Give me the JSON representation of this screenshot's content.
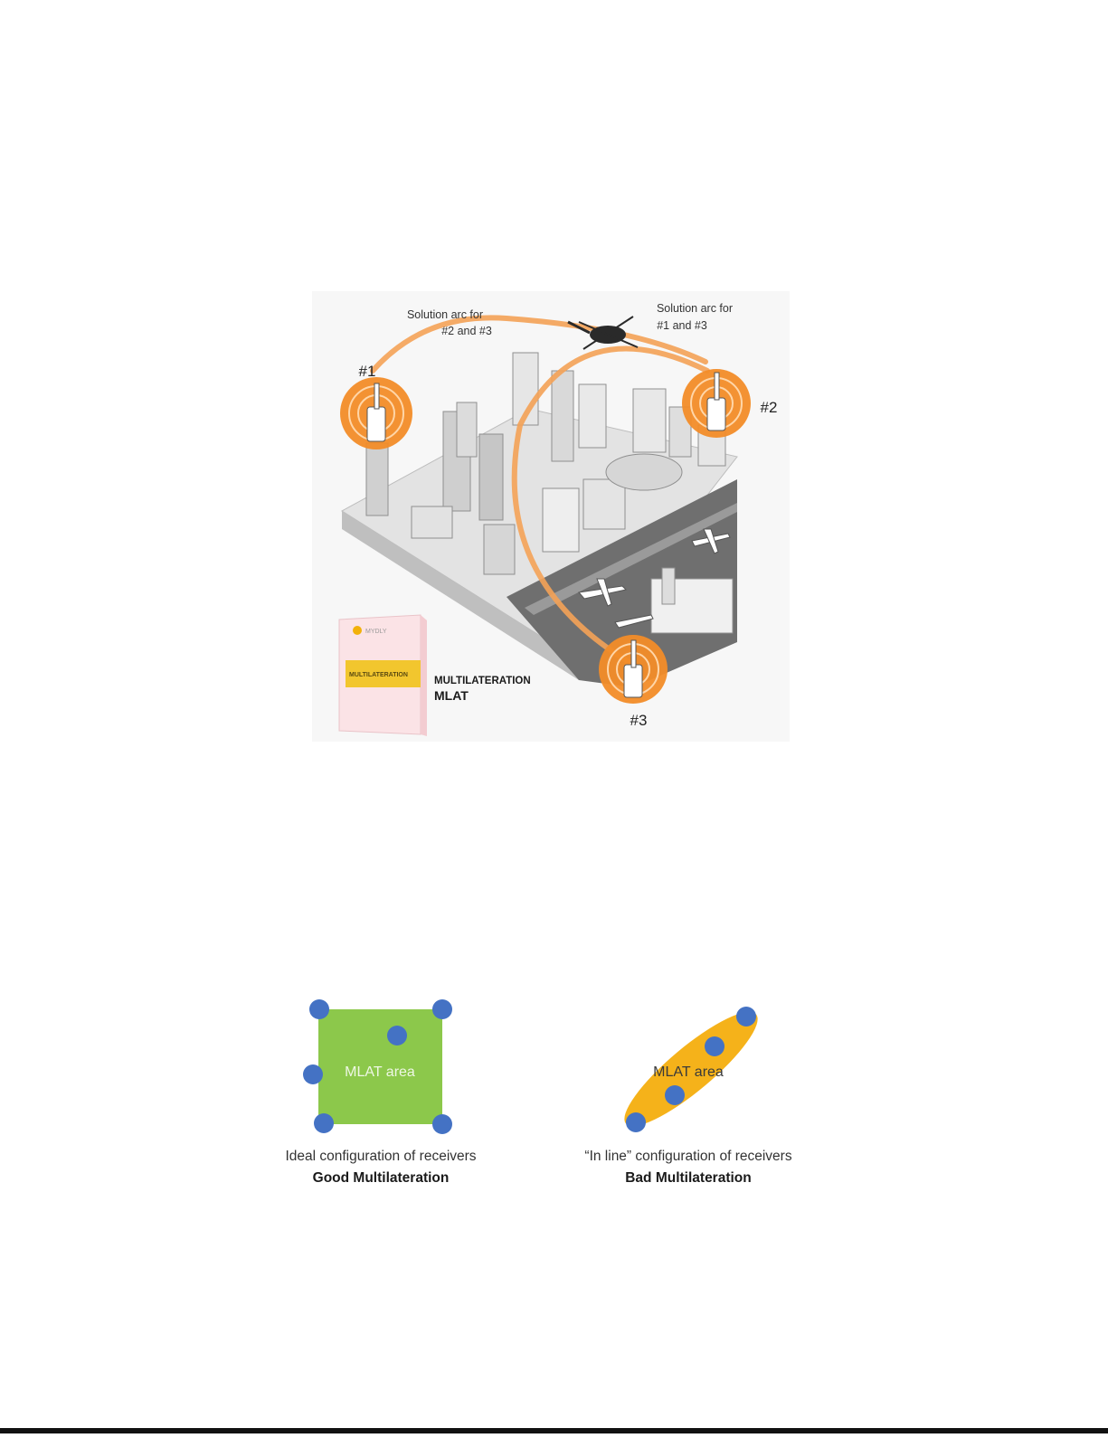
{
  "figure1": {
    "arc_label_left": [
      "Solution arc for",
      "#2 and #3"
    ],
    "arc_label_right": [
      "Solution arc for",
      "#1 and #3"
    ],
    "receiver_1": "#1",
    "receiver_2": "#2",
    "receiver_3": "#3",
    "badge_title": "MULTILATERATION",
    "badge_subtitle": "MLAT",
    "box_brand": "MYDLY",
    "box_label": "MULTILATERATION",
    "colors": {
      "arc": "#f4a257",
      "receiver": "#f28c28",
      "city": "#c9c9c9"
    }
  },
  "figure2": {
    "good": {
      "area_label": "MLAT area",
      "caption": "Ideal configuration of receivers",
      "verdict": "Good Multilateration",
      "area_color": "#8cc84b"
    },
    "bad": {
      "area_label": "MLAT area",
      "caption": "“In line” configuration of receivers",
      "verdict": "Bad Multilateration",
      "area_color": "#f5b21a"
    },
    "receiver_color": "#4472c4"
  }
}
